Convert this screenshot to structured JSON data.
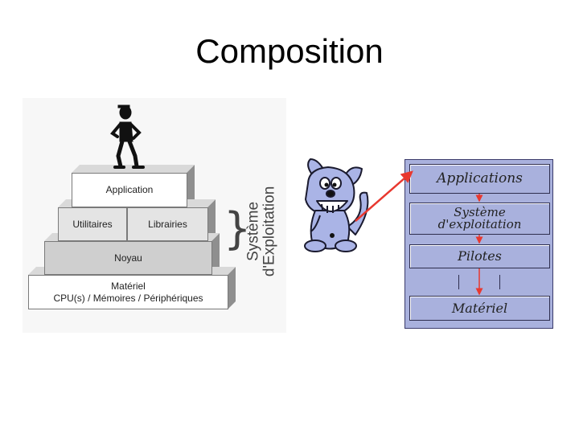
{
  "title": "Composition",
  "pyramid": {
    "application": "Application",
    "utilitaires": "Utilitaires",
    "librairies": "Librairies",
    "noyau": "Noyau",
    "materiel_line1": "Matériel",
    "materiel_line2": "CPU(s) / Mémoires / Périphériques"
  },
  "side_label": {
    "line1": "Système",
    "line2": "d'Exploitation"
  },
  "layers": {
    "applications": "Applications",
    "systeme_line1": "Système",
    "systeme_line2": "d'exploitation",
    "pilotes": "Pilotes",
    "materiel": "Matériel"
  },
  "colors": {
    "layer_fill": "#a9b1dd",
    "arrow": "#e8382f",
    "dog_fill": "#aab4e6"
  }
}
